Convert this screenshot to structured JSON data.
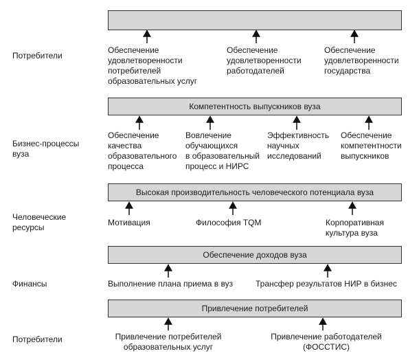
{
  "rows": [
    {
      "label": "Потребители",
      "box": "",
      "items": [
        "Обеспечение\nудовлетворенности\nпотребителей\nобразовательных услуг",
        "Обеспечение\nудовлетворенности\nработодателей",
        "Обеспечение\nудовлетворенности\nгосударства"
      ]
    },
    {
      "label": "Бизнес-процессы\nвуза",
      "box": "Компетентность выпускников вуза",
      "items": [
        "Обеспечение\nкачества\nобразовательного\nпроцесса",
        "Вовлечение\nобучающихся\nв образовательный\nпроцесс и НИРС",
        "Эффективность\nнаучных\nисследований",
        "Обеспечение\nкомпетентности\nвыпускников"
      ]
    },
    {
      "label": "Человеческие\nресурсы",
      "box": "Высокая производительность человеческого потенциала вуза",
      "items": [
        "Мотивация",
        "Философия TQM",
        "Корпоративная\nкультура вуза"
      ]
    },
    {
      "label": "Финансы",
      "box": "Обеспечение доходов вуза",
      "items": [
        "Выполнение плана приема в вуз",
        "Трансфер результатов НИР в бизнес"
      ]
    },
    {
      "label": "Потребители",
      "box": "Привлечение потребителей",
      "items": [
        "Привлечение потребителей\nобразовательных услуг",
        "Привлечение работодателей\n(ФОССТИС)"
      ]
    }
  ]
}
